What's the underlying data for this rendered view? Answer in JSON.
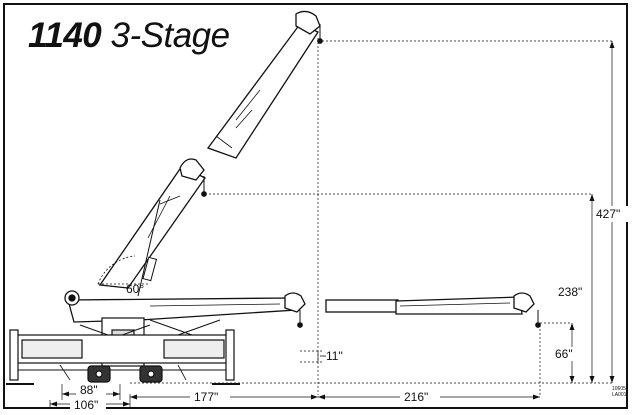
{
  "title": {
    "model": "1140",
    "stages": "3-Stage"
  },
  "dimensions": {
    "max_height": "427\"",
    "mid_height": "238\"",
    "horizontal_height": "66\"",
    "boom_angle": "60°",
    "below_grade": "11\"",
    "stabilizer_span_inner": "88\"",
    "stabilizer_span_outer": "106\"",
    "reach_to_vertical_hook": "177\"",
    "reach_horizontal": "216\""
  },
  "part_code": [
    "10605",
    "LA001"
  ],
  "colors": {
    "line": "#111111",
    "background": "#ffffff"
  }
}
